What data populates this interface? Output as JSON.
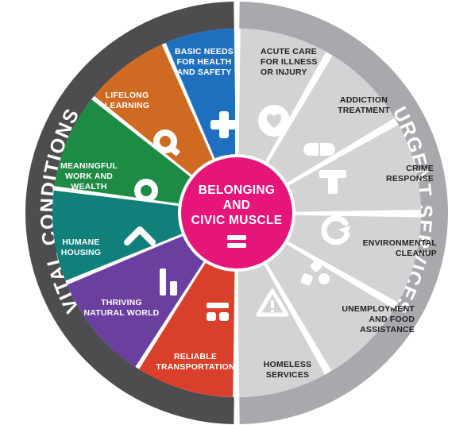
{
  "ring": {
    "left_label": "VITAL CONDITIONS",
    "right_label": "URGENT SERVICES"
  },
  "center": {
    "lines": [
      "BELONGING",
      "AND",
      "CIVIC MUSCLE"
    ],
    "icon": "equals-icon",
    "color": "#e5157a"
  },
  "vital_conditions": [
    {
      "lines": [
        "BASIC NEEDS",
        "FOR HEALTH",
        "AND SAFETY"
      ],
      "color": "#1f6fbf",
      "icon": "plus-icon"
    },
    {
      "lines": [
        "LIFELONG",
        "LEARNING"
      ],
      "color": "#cf6a23",
      "icon": "magnifier-icon"
    },
    {
      "lines": [
        "MEANINGFUL",
        "WORK AND",
        "WEALTH"
      ],
      "color": "#1e8b45",
      "icon": "ring-icon"
    },
    {
      "lines": [
        "HUMANE",
        "HOUSING"
      ],
      "color": "#12807a",
      "icon": "roof-icon"
    },
    {
      "lines": [
        "THRIVING",
        "NATURAL WORLD"
      ],
      "color": "#6b3fa0",
      "icon": "bars-icon"
    },
    {
      "lines": [
        "RELIABLE",
        "TRANSPORTATION"
      ],
      "color": "#d9402b",
      "icon": "bus-icon"
    }
  ],
  "urgent_services": [
    {
      "lines": [
        "ACUTE CARE",
        "FOR ILLNESS",
        "OR INJURY"
      ],
      "icon": "heart-icon"
    },
    {
      "lines": [
        "ADDICTION",
        "TREATMENT"
      ],
      "icon": "pill-icon"
    },
    {
      "lines": [
        "CRIME",
        "RESPONSE"
      ],
      "icon": "badge-icon"
    },
    {
      "lines": [
        "ENVIRONMENTAL",
        "CLEANUP"
      ],
      "icon": "recycle-icon"
    },
    {
      "lines": [
        "UNEMPLOYMENT",
        "AND FOOD",
        "ASSISTANCE"
      ],
      "icon": "blocks-icon"
    },
    {
      "lines": [
        "HOMELESS",
        "SERVICES"
      ],
      "icon": "tent-icon"
    }
  ],
  "colors": {
    "ring_dark": "#4d4d4f",
    "ring_light": "#a7a9ac",
    "urgent_fill": "#d1d3d4",
    "urgent_text": "#231f20",
    "vital_text": "#ffffff"
  }
}
